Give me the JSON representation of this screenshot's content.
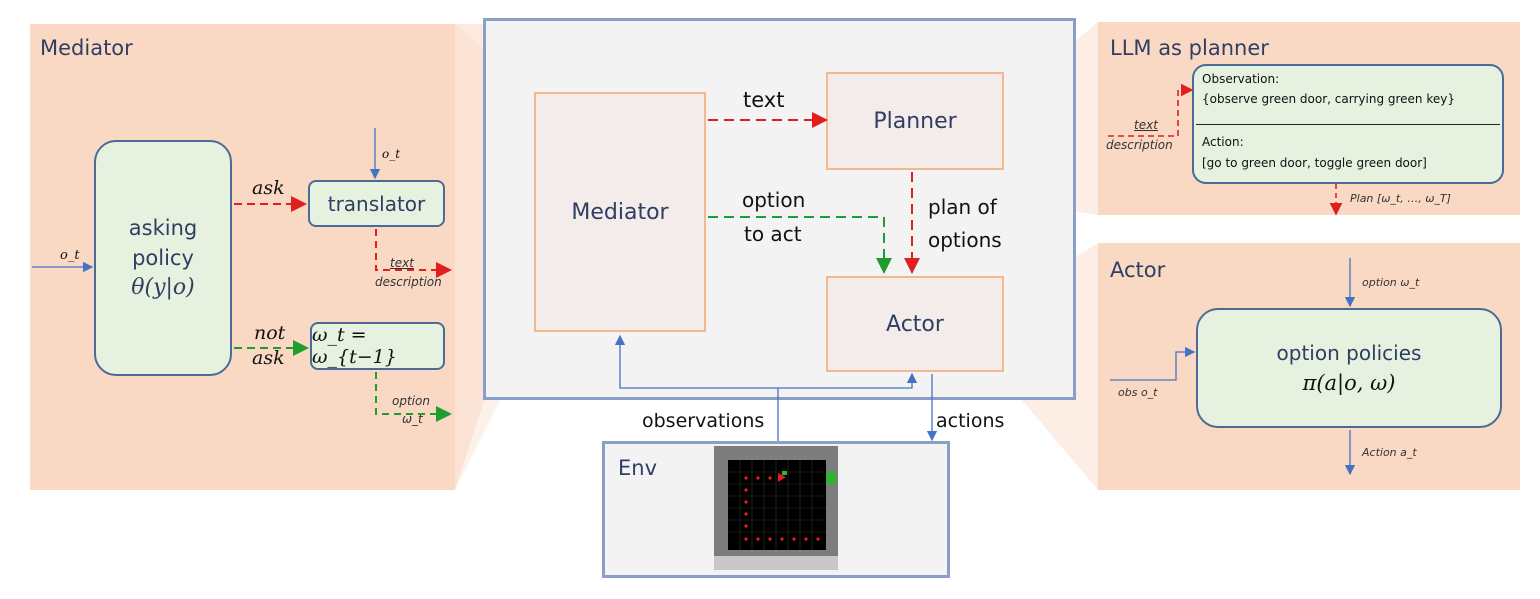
{
  "colors": {
    "panel_fill": "#f9d9c4",
    "center_fill": "#f3f3f4",
    "center_border": "#8a9fc7",
    "orange_box_border": "#f2b98f",
    "green_box_fill": "#e6f1df",
    "blue_line": "#4472c4",
    "red_dash": "#e02020",
    "green_dash": "#1f9d2f",
    "title_text": "#2f3e63"
  },
  "mediator_panel": {
    "title": "Mediator",
    "input_label": "o_t",
    "policy_line1": "asking",
    "policy_line2": "policy",
    "policy_math": "θ(y|o)",
    "ask_label": "ask",
    "not_label": "not",
    "ask2_label": "ask",
    "translator_input": "o_t",
    "translator_label": "translator",
    "text_label": "text",
    "description_label": "description",
    "omega_box": "ω_t = ω_{t−1}",
    "option_label": "option",
    "omega_label": "ω_t"
  },
  "center": {
    "mediator_label": "Mediator",
    "planner_label": "Planner",
    "actor_label": "Actor",
    "text_edge": "text",
    "option_edge_line1": "option",
    "option_edge_line2": "to act",
    "plan_edge_line1": "plan of",
    "plan_edge_line2": "options",
    "observations_label": "observations",
    "actions_label": "actions"
  },
  "env": {
    "title": "Env"
  },
  "llm_panel": {
    "title": "LLM as planner",
    "text_label": "text",
    "description_label": "description",
    "observation_header": "Observation:",
    "observation_value": "{observe green door, carrying green key}",
    "action_header": "Action:",
    "action_value": "[go to green door, toggle green door]",
    "plan_label": "Plan [ω_t, …, ω_T]"
  },
  "actor_panel": {
    "title": "Actor",
    "option_label": "option ω_t",
    "obs_label": "obs o_t",
    "box_line1": "option policies",
    "box_math": "π(a|o, ω)",
    "action_label": "Action a_t"
  }
}
